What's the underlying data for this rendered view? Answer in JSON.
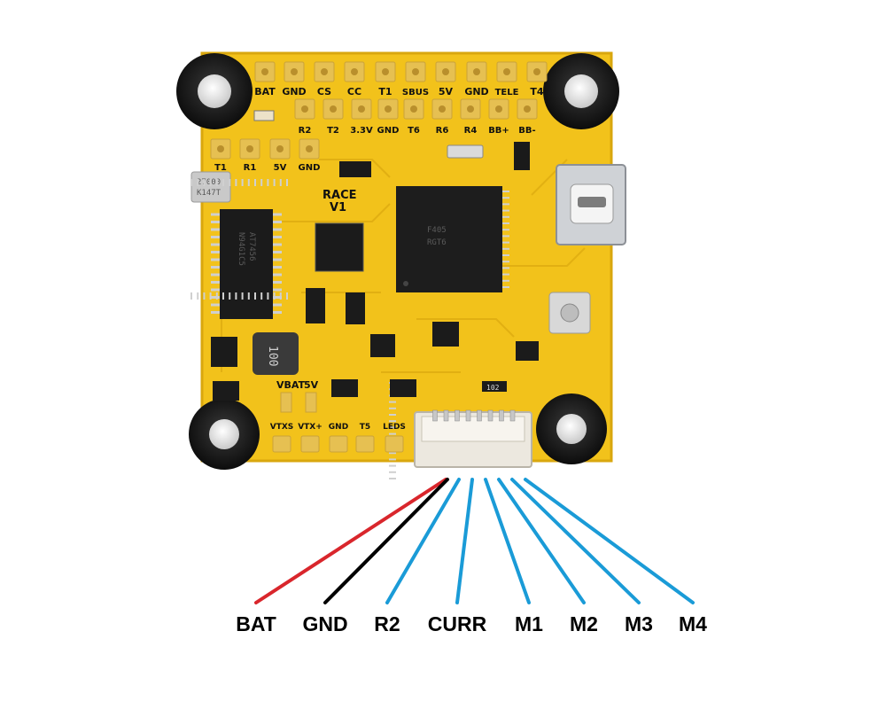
{
  "board": {
    "name_line1": "RACE",
    "name_line2": "V1",
    "top_row_labels": [
      "BAT",
      "GND",
      "CS",
      "CC",
      "T1",
      "SBUS",
      "5V",
      "GND",
      "TELE",
      "T4"
    ],
    "second_row_labels": [
      "R2",
      "T2",
      "3.3V",
      "GND",
      "T6",
      "R6",
      "R4",
      "BB+",
      "BB-"
    ],
    "left_row_labels": [
      "T1",
      "R1",
      "5V",
      "GND"
    ],
    "vtx_row_labels": [
      "VTXS",
      "VTX+",
      "GND",
      "T5",
      "LEDS"
    ],
    "power_labels": [
      "VBAT",
      "5V"
    ],
    "chip_markings": {
      "crystal": [
        "27000",
        "K147T"
      ],
      "inductor": "100",
      "resistor": "102",
      "driver": [
        "AT7456",
        "N94G1C5"
      ],
      "mcu": [
        "F405",
        "RGT6"
      ]
    },
    "colors": {
      "pcb": "#f2c21b",
      "pad": "#e6c052",
      "mount": "#121212"
    }
  },
  "connector": {
    "pins": [
      "BAT",
      "GND",
      "R2",
      "CURR",
      "M1",
      "M2",
      "M3",
      "M4"
    ],
    "wire_colors": [
      "#d9262c",
      "#000000",
      "#1a9bd7",
      "#1a9bd7",
      "#1a9bd7",
      "#1a9bd7",
      "#1a9bd7",
      "#1a9bd7"
    ]
  }
}
